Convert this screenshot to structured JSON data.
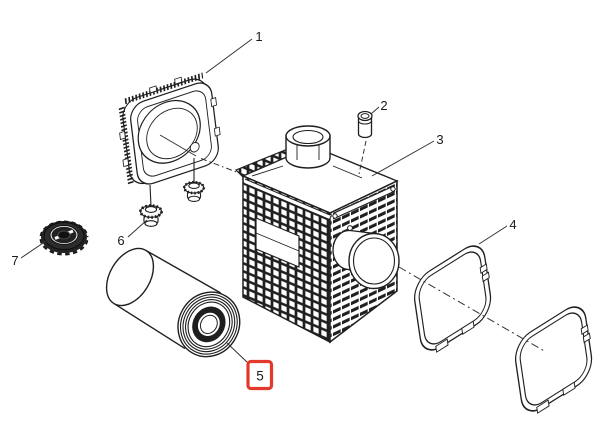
{
  "diagram": {
    "type": "exploded-parts-diagram",
    "background_color": "#ffffff",
    "line_color": "#1f1f1f",
    "leader_color": "#333333",
    "highlight_color": "#e2392c",
    "highlighted_label": "5",
    "callouts": [
      {
        "label": "1"
      },
      {
        "label": "2"
      },
      {
        "label": "3"
      },
      {
        "label": "4"
      },
      {
        "label": "5",
        "highlighted": true
      },
      {
        "label": "6"
      },
      {
        "label": "7"
      }
    ]
  }
}
